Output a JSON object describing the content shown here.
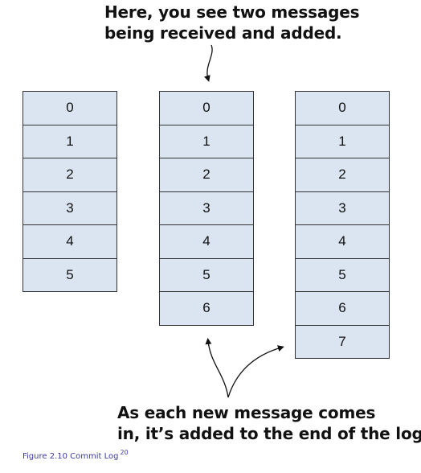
{
  "annotations": {
    "top": {
      "line1": "Here, you see two messages",
      "line2": "being received and added."
    },
    "bottom": {
      "line1": "As each new message comes",
      "line2": "in, it’s added to the end of the log."
    }
  },
  "logs": [
    {
      "cells": [
        "0",
        "1",
        "2",
        "3",
        "4",
        "5"
      ]
    },
    {
      "cells": [
        "0",
        "1",
        "2",
        "3",
        "4",
        "5",
        "6"
      ]
    },
    {
      "cells": [
        "0",
        "1",
        "2",
        "3",
        "4",
        "5",
        "6",
        "7"
      ]
    }
  ],
  "caption": {
    "text": "Figure 2.10 Commit Log",
    "footnote": "20"
  },
  "colors": {
    "cell_fill": "#dbe5f1",
    "cell_border": "#333333",
    "caption": "#3a3aa0"
  }
}
